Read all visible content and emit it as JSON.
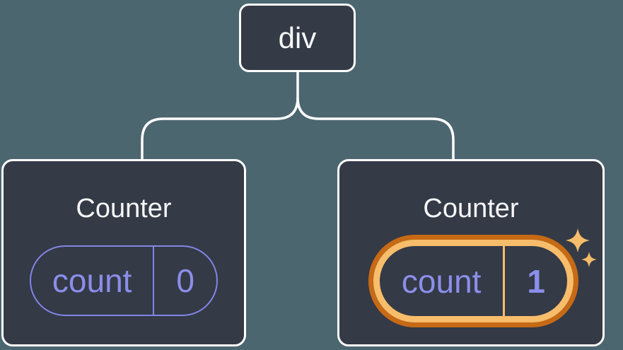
{
  "diagram": {
    "root_node": {
      "label": "div"
    },
    "counters": [
      {
        "title": "Counter",
        "state": {
          "name": "count",
          "value": "0"
        },
        "highlighted": false
      },
      {
        "title": "Counter",
        "state": {
          "name": "count",
          "value": "1"
        },
        "highlighted": true
      }
    ]
  },
  "icons": {
    "sparkles": "✦✧ twinkle stars"
  },
  "colors": {
    "background": "#4C6670",
    "node_fill": "#343A46",
    "node_border": "#FFFFFF",
    "connector": "#FFFFFF",
    "text_primary": "#F6F7F9",
    "state_purple": "#8285E8",
    "state_text_purple": "#8B8EE9",
    "highlight_orange_dark": "#C76A15",
    "highlight_orange_light": "#F8BD6B"
  }
}
